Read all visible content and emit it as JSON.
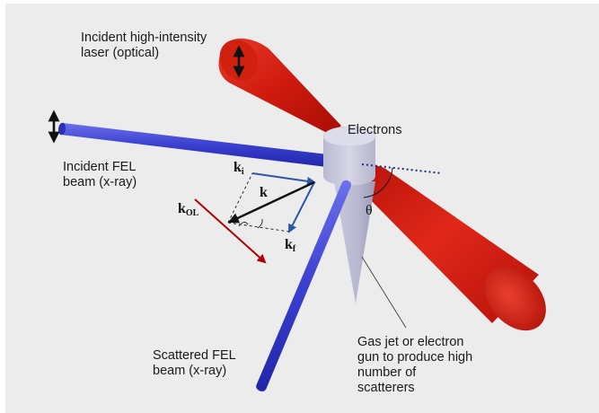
{
  "labels": {
    "laser": "Incident high-intensity\nlaser (optical)",
    "electrons": "Electrons",
    "incident_fel": "Incident FEL\nbeam  (x-ray)",
    "scattered_fel": "Scattered FEL\nbeam (x-ray)",
    "gas_jet": "Gas jet or electron\ngun to produce high\nnumber of\nscatterers"
  },
  "vectors": {
    "k_i": {
      "base": "k",
      "sub": "i"
    },
    "k": {
      "base": "k",
      "sub": ""
    },
    "k_f": {
      "base": "k",
      "sub": "f"
    },
    "k_ol": {
      "base": "k",
      "sub": "OL"
    }
  },
  "angle_label": "θ",
  "colors": {
    "laser_red": "#d81c10",
    "fel_blue": "#3a3fd0",
    "target_lavender": "#c6c6dc",
    "vector_blue": "#2e56a8",
    "k_ol_red": "#b00000",
    "background": "#ececed"
  }
}
